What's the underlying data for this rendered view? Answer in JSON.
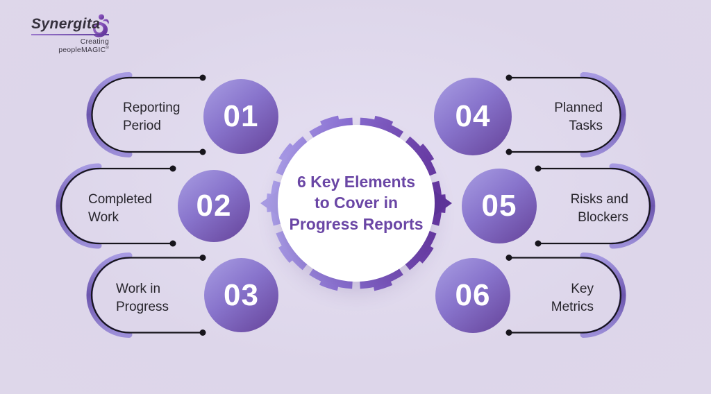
{
  "brand": {
    "name": "Synergita",
    "tagline": "Creating peopleMAGIC",
    "tagline_mark": "®",
    "accent_color": "#6d3ba6"
  },
  "center": {
    "title": "6 Key Elements to Cover in Progress Reports",
    "line1": "6 Key Elements",
    "line2": "to Cover in",
    "line3": "Progress Reports",
    "title_color": "#6a46a5"
  },
  "items": [
    {
      "number": "01",
      "label": "Reporting Period",
      "line1": "Reporting",
      "line2": "Period",
      "side": "left"
    },
    {
      "number": "02",
      "label": "Completed Work",
      "line1": "Completed",
      "line2": "Work",
      "side": "left"
    },
    {
      "number": "03",
      "label": "Work in Progress",
      "line1": "Work in",
      "line2": "Progress",
      "side": "left"
    },
    {
      "number": "04",
      "label": "Planned Tasks",
      "line1": "Planned",
      "line2": "Tasks",
      "side": "right"
    },
    {
      "number": "05",
      "label": "Risks and Blockers",
      "line1": "Risks and",
      "line2": "Blockers",
      "side": "right"
    },
    {
      "number": "06",
      "label": "Key Metrics",
      "line1": "Key",
      "line2": "Metrics",
      "side": "right"
    }
  ],
  "colors": {
    "background": "#ddd6ea",
    "badge_gradient_start": "#a99ee3",
    "badge_gradient_end": "#654299",
    "ring_light": "#ab9fe8",
    "ring_dark": "#6637a0",
    "connector_line": "#17151c",
    "label_text": "#26242b",
    "number_text": "#ffffff"
  }
}
